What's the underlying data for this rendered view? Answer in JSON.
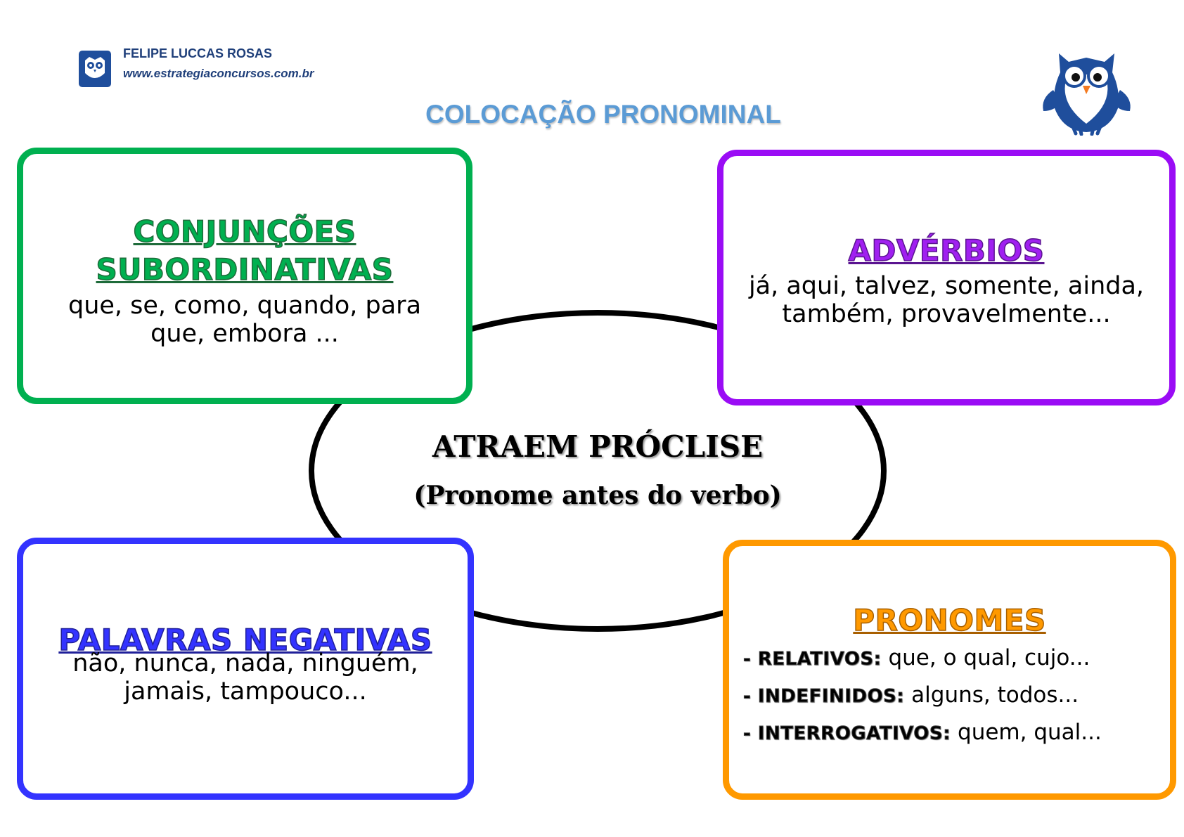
{
  "header": {
    "author": "FELIPE LUCCAS ROSAS",
    "site": "www.estrategiaconcursos.com.br",
    "logo_icon": "owl-logo-icon"
  },
  "title": "COLOCAÇÃO PRONOMINAL",
  "mascot_icon": "owl-mascot-icon",
  "center": {
    "title": "ATRAEM PRÓCLISE",
    "subtitle": "(Pronome antes do verbo)"
  },
  "boxes": {
    "conjuncoes": {
      "heading_line1": "CONJUNÇÕES",
      "heading_line2": "SUBORDINATIVAS",
      "text_line1": "que, se, como, quando, para",
      "text_line2": "que, embora ...",
      "color": "#00b050"
    },
    "adverbios": {
      "heading": "ADVÉRBIOS",
      "text_line1": "já, aqui, talvez, somente, ainda,",
      "text_line2": "também, provavelmente...",
      "color": "#a020f0"
    },
    "negativas": {
      "heading": "PALAVRAS NEGATIVAS",
      "text_line1": "não, nunca, nada, ninguém,",
      "text_line2": "jamais, tampouco...",
      "color": "#3333ff"
    },
    "pronomes": {
      "heading": "PRONOMES",
      "color": "#ff9900",
      "items": [
        {
          "label": "- RELATIVOS:",
          "text": " que, o qual, cujo..."
        },
        {
          "label": "- INDEFINIDOS:",
          "text": " alguns, todos..."
        },
        {
          "label": "- INTERROGATIVOS:",
          "text": " quem, qual..."
        }
      ]
    }
  }
}
